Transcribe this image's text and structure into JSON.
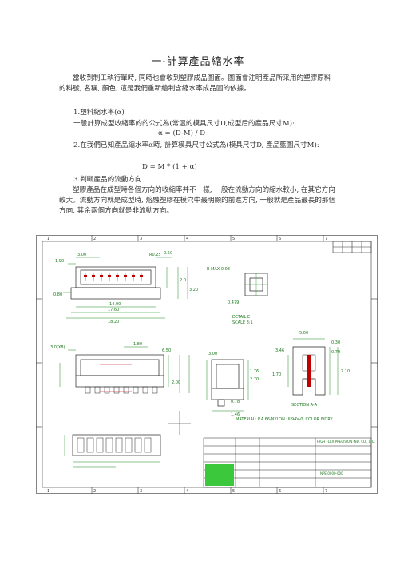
{
  "doc": {
    "title": "一·計算產品縮水率",
    "intro": "當收到制工執行單時, 同時也會收到塑膠成品圖面。圖面會注明產品所采用的塑膠原料的料號, 名稱, 顏色, 這是我們重新繪制含縮水率成品圖的依據。",
    "s1_heading": "1.塑料縮水率(α)",
    "s1_line": "一般計算成型收縮率的的公式為(常溫的模具尺寸D,成型后的產品尺寸M):",
    "s1_formula": "α = (D-M) / D",
    "s2_line": "2.在我們已知產品縮水率α時, 計算模具尺寸公式為(模具尺寸D, 產品藍圖尺寸M):",
    "s2_formula": "D = M * (1 + α)",
    "s3_heading": "3.判斷產品的流動方向",
    "s3_text": "塑膠產品在成型時各個方向的收縮率并不一樣, 一般在流動方向的縮水較小, 在其它方向較大。流動方向就是成型時, 熔融塑膠在模穴中最明顯的前進方向, 一般就是產品最長的那個方向, 其余兩個方向就是非流動方向。"
  },
  "drawing": {
    "col_numbers": [
      "1",
      "2",
      "3",
      "4",
      "5",
      "6",
      "7"
    ],
    "dims": {
      "d_300": "3.00",
      "d_025": "R0.25",
      "d_190": "1.90",
      "d_080": "0.80",
      "d_1400": "14.00",
      "d_1760": "17.60",
      "d_1820": "18.20",
      "d_050": "0.50",
      "d_20": "2.0",
      "d_320": "3.20",
      "d_d1": "3.0(X8)",
      "d_d2": "1.80",
      "d_d3": "6.50",
      "d_d4": "2.00",
      "d_d5": "3.00",
      "d_d6": "1.76",
      "d_d7": "2.70",
      "d_d8": "0.78",
      "d_d9": "1.46",
      "d_d10": "1.70",
      "d_d11": "5.00",
      "d_d12": "3.46",
      "d_d13": "0.30",
      "d_d14": "0.70",
      "d_d15": "7.10"
    },
    "notes": {
      "radius_note": "R MAX 0.08",
      "small_dim": "0.479",
      "detail_e": "DETAIL E",
      "scale_e": "SCALE 8:1",
      "section": "SECTION A-A",
      "material": "MATERIAL: P.A.66/NYLON UL94V-0, COLOR IVORY"
    },
    "title_block": {
      "company": "HIGH FLEX PRECISION IND. CO., LTD.",
      "dwg_no": "NPE-0000-000"
    }
  }
}
